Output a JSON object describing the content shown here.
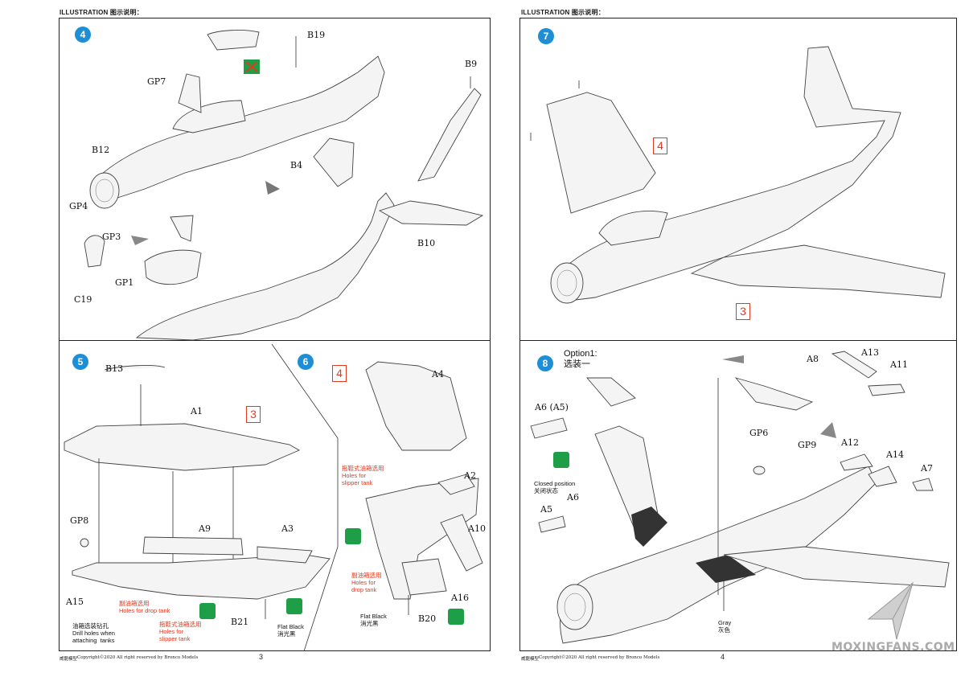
{
  "page_left": {
    "header": "ILLUSTRATION 图示说明：",
    "footer_brand": "威龍模型",
    "footer_copyright": "Copyright©2020  All right reserved by Bronco Models",
    "page_number": "3",
    "steps": {
      "s4": "4",
      "s5": "5",
      "s6": "6"
    },
    "step4_parts": [
      "B19",
      "GP7",
      "B9",
      "B12",
      "B4",
      "GP4",
      "GP3",
      "B10",
      "GP1",
      "C19"
    ],
    "step5_parts": [
      "B13",
      "A1",
      "GP8",
      "A9",
      "A3",
      "A15",
      "B21"
    ],
    "step5_ref": "3",
    "step5_notes": {
      "drop_tank": "副油箱选用\nHoles for drop tank",
      "slipper_tank": "拖鞋式油箱选用\nHoles for\nslipper tank",
      "drill": "油箱选装钻孔\nDrill holes when\nattaching  tanks",
      "flat_black": "Flat Black\n消光黑"
    },
    "step6_parts": [
      "A4",
      "A2",
      "A10",
      "A16",
      "B20"
    ],
    "step6_ref": "4",
    "step6_notes": {
      "slipper_tank": "拖鞋式油箱选用\nHoles for\nslipper tank",
      "drop_tank": "副油箱选用\nHoles for\ndrop tank",
      "flat_black": "Flat Black\n消光黑"
    }
  },
  "page_right": {
    "header": "ILLUSTRATION 图示说明：",
    "footer_brand": "威龍模型",
    "footer_copyright": "Copyright©2020  All right reserved by Bronco Models",
    "page_number": "4",
    "steps": {
      "s7": "7",
      "s8": "8"
    },
    "step7_refs": [
      "4",
      "3"
    ],
    "step8_option": "Option1:\n选装一",
    "step8_parts": [
      "A8",
      "A13",
      "A11",
      "A6 (A5)",
      "GP6",
      "GP9",
      "A12",
      "A14",
      "A7",
      "A5",
      "A6"
    ],
    "step8_notes": {
      "closed": "Closed position\n关闭状态",
      "gray": "Gray\n灰色"
    }
  },
  "watermark": "MOXINGFANS.COM",
  "colors": {
    "badge": "#1e8fd6",
    "ref_red": "#e03a1f",
    "icon_green": "#1d9e47"
  }
}
